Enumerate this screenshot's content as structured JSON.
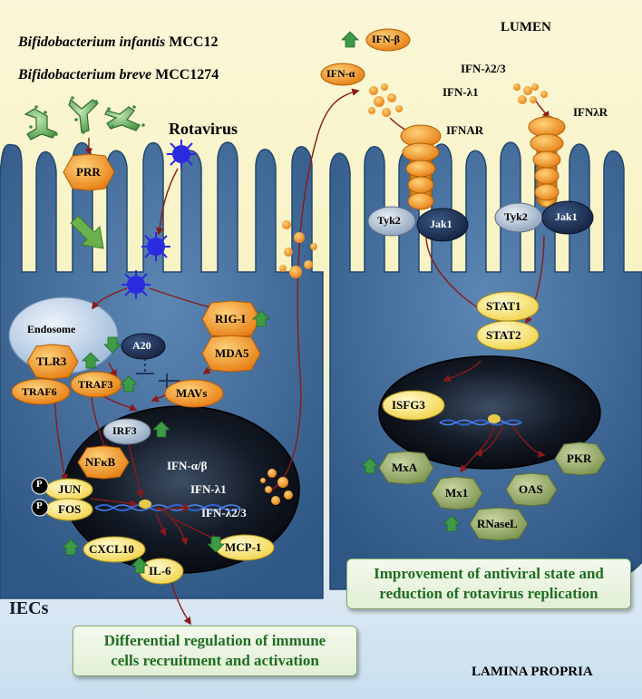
{
  "regions": {
    "lumen": "LUMEN",
    "lamina_propria": "LAMINA PROPRIA",
    "iecs": "IECs"
  },
  "bacteria": {
    "strain1_name": "Bifidobacterium infantis",
    "strain1_code": "MCC12",
    "strain2_name": "Bifidobacterium breve",
    "strain2_code": "MCC1274"
  },
  "virus_label": "Rotavirus",
  "left_cell": {
    "prr": "PRR",
    "endosome": "Endosome",
    "tlr3": "TLR3",
    "traf6": "TRAF6",
    "traf3": "TRAF3",
    "a20": "A20",
    "rig_i": "RIG-I",
    "mda5": "MDA5",
    "mavs": "MAVs",
    "irf3": "IRF3",
    "nfkb": "NFκB",
    "jun": "JUN",
    "fos": "FOS",
    "p": "P",
    "ifn_ab": "IFN-α/β",
    "ifn_l1": "IFN-λ1",
    "ifn_l23": "IFN-λ2/3",
    "cxcl10": "CXCL10",
    "il6": "IL-6",
    "mcp1": "MCP-1"
  },
  "right_cell": {
    "ifn_beta": "IFN-β",
    "ifn_alpha": "IFN-α",
    "ifn_l23": "IFN-λ2/3",
    "ifn_l1": "IFN-λ1",
    "ifnar": "IFNAR",
    "ifnlr": "IFNλR",
    "tyk2": "Tyk2",
    "jak1": "Jak1",
    "stat1": "STAT1",
    "stat2": "STAT2",
    "isfg3": "ISFG3",
    "mxa": "MxA",
    "mx1": "Mx1",
    "oas": "OAS",
    "pkr": "PKR",
    "rnasel": "RNaseL"
  },
  "outcome_boxes": {
    "right_line1": "Improvement of antiviral state and",
    "right_line2": "reduction of rotavirus replication",
    "left_line1": "Differential regulation of immune",
    "left_line2": "cells recruitment and activation"
  },
  "colors": {
    "cell": "#3f6b98",
    "nucleus": "#0c1018",
    "orange": "#f29a1e",
    "yellow": "#f7e06a",
    "navy": "#1c2f55",
    "green_arrow": "#3e9a45",
    "olive": "#8ba060",
    "virus": "#2a2ae0"
  }
}
